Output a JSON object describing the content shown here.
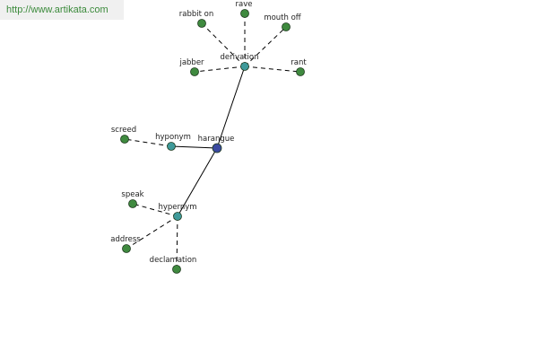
{
  "site_url": "http://www.artikata.com",
  "colors": {
    "central": "#3b4aa0",
    "relation": "#3f9a9a",
    "leaf": "#3f8a3f",
    "solid_edge": "#000000",
    "dashed_edge": "#000000",
    "banner_bg": "#f0f0f0",
    "url_text": "#3b8a3b"
  },
  "graph": {
    "central_word": "harangue",
    "relations": [
      {
        "label": "derivation",
        "terms": [
          "rabbit on",
          "rave",
          "mouth off",
          "jabber",
          "rant"
        ]
      },
      {
        "label": "hyponym",
        "terms": [
          "screed"
        ]
      },
      {
        "label": "hypernym",
        "terms": [
          "speak",
          "address",
          "declamation"
        ]
      }
    ]
  }
}
